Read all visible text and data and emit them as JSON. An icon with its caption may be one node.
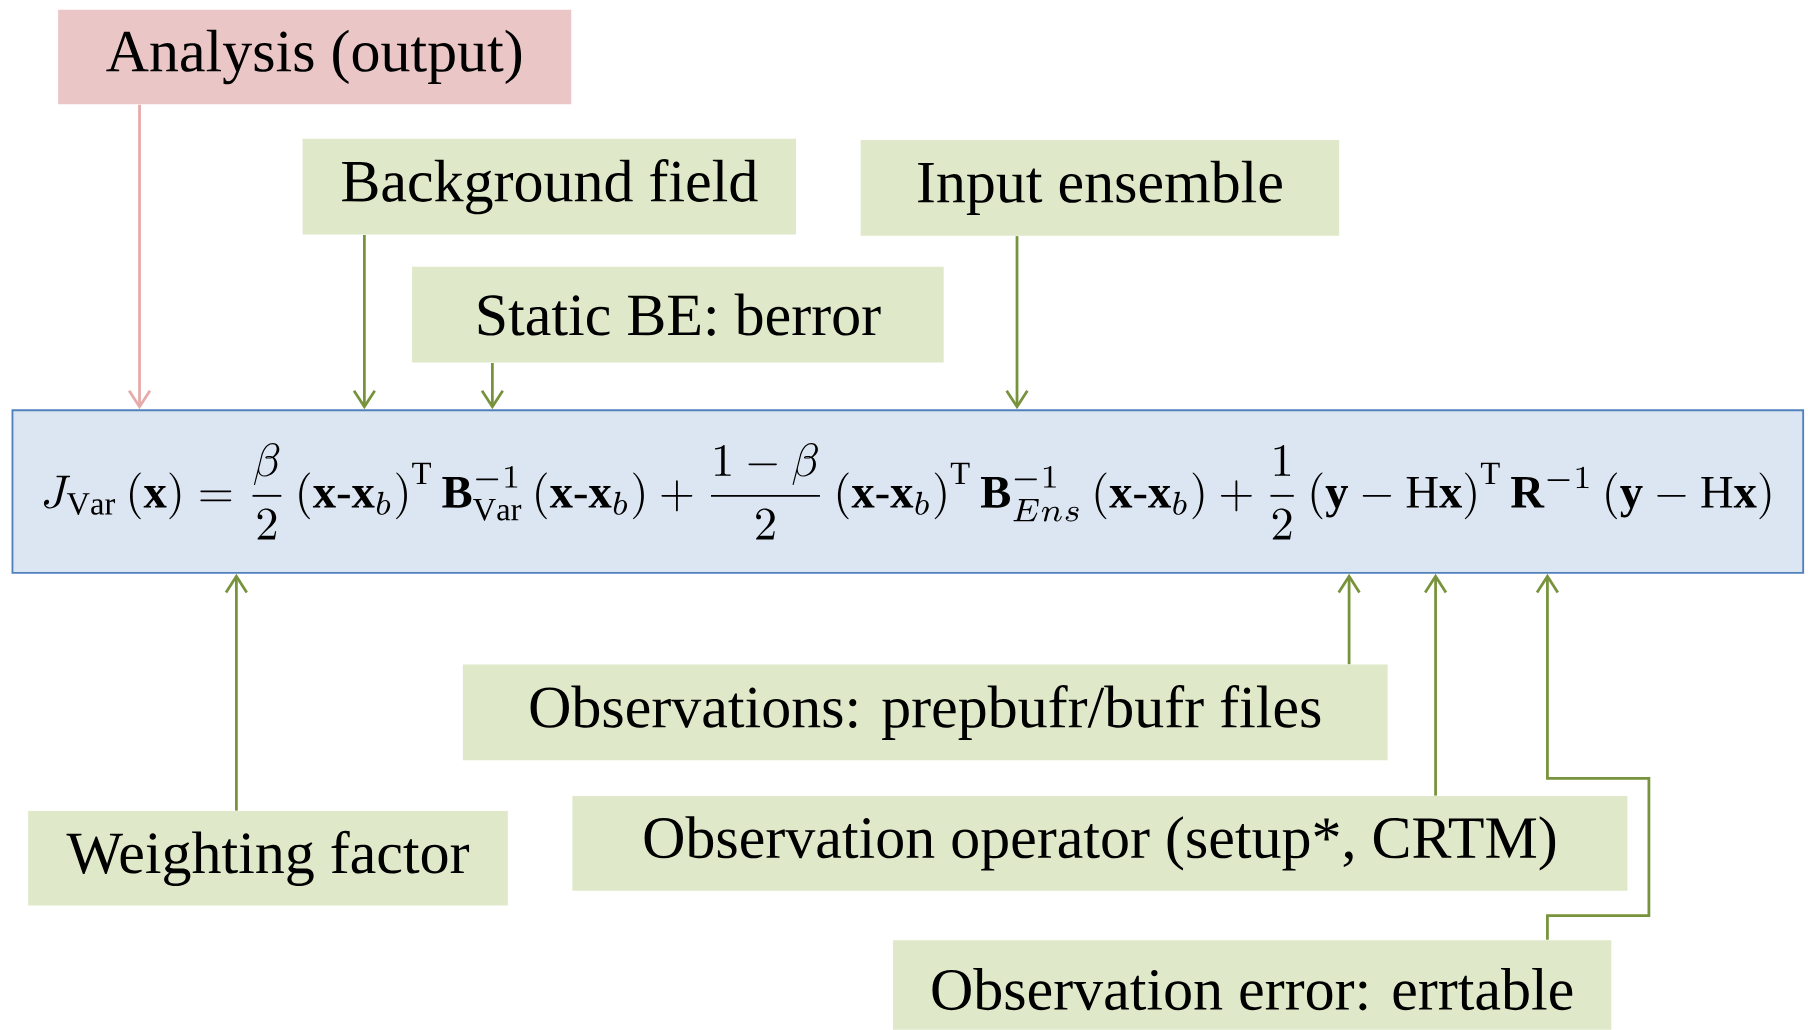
{
  "diagram": {
    "nodes": [
      {
        "text": [
          "Analysis (output)"
        ]
      },
      {
        "text": [
          "Background field"
        ]
      },
      {
        "text": [
          "Static BE: berror"
        ]
      },
      {
        "text": [
          "Input ensemble"
        ]
      },
      {
        "text": [
          "J_{\\mathrm{Var}}\\left(\\mathbf{x}\\right)=\\frac{\\beta}{2}\\left(\\mathbf{x}\\text{-}\\mathbf{x}_{b}\\right)^{\\mathrm{T}}\\mathbf{B}^{-1}_{\\mathrm{Var}}\\left(\\mathbf{x}\\text{-}\\mathbf{x}_{b}\\right)+\\frac{1-\\beta}{2}\\left(\\mathbf{x}\\text{-}\\mathbf{x}_{b}\\right)^{\\mathrm{T}}\\mathbf{B}^{-1}_{Ens}\\left(\\mathbf{x}\\text{-}\\mathbf{x}_{b}\\right)+\\frac{1}{2}\\left(\\mathbf{y}-\\mathrm{H}\\mathbf{x}\\right)^{\\mathrm{T}}\\mathbf{R}^{-1}\\left(\\mathbf{y}-\\mathrm{H}\\mathbf{x}\\right)"
        ]
      },
      {
        "text": [
          "Weighting factor"
        ]
      },
      {
        "text": [
          "Observations: prepbufr/bufr files"
        ]
      },
      {
        "text": [
          "Observation operator (setup*, CRTM)"
        ]
      },
      {
        "text": [
          "Observation error: errtable"
        ]
      }
    ],
    "edges": [
      {
        "from": 0,
        "to": 4,
        "arrow": "to",
        "color": "#e6aaaa"
      },
      {
        "from": 1,
        "to": 4,
        "arrow": "to"
      },
      {
        "from": 2,
        "to": 4,
        "arrow": "to"
      },
      {
        "from": 3,
        "to": 4,
        "arrow": "to"
      },
      {
        "from": 5,
        "to": 4,
        "arrow": "to"
      },
      {
        "from": 6,
        "to": 4,
        "arrow": "to"
      },
      {
        "from": 7,
        "to": 4,
        "arrow": "to"
      },
      {
        "from": 8,
        "to": 4,
        "arrow": "to"
      }
    ]
  }
}
